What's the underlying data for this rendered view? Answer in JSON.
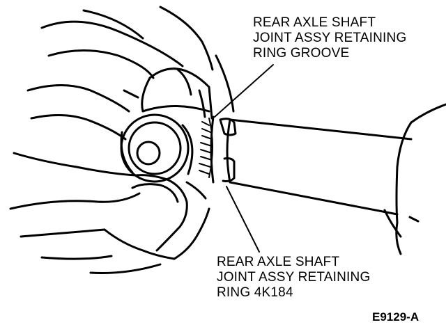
{
  "figure": {
    "figure_id": "E9129-A",
    "callouts": {
      "groove": {
        "lines": [
          "REAR AXLE SHAFT",
          "JOINT ASSY RETAINING",
          "RING GROOVE"
        ]
      },
      "ring": {
        "lines": [
          "REAR AXLE SHAFT",
          "JOINT ASSY RETAINING",
          "RING 4K184"
        ]
      }
    }
  }
}
